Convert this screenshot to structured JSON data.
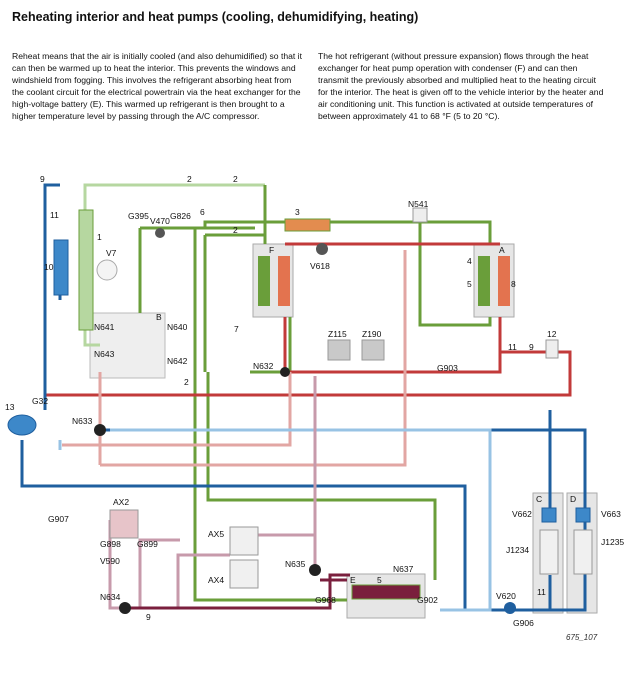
{
  "title": "Reheating interior and heat pumps (cooling, dehumidifying, heating)",
  "para_left": "Reheat means that the air is initially cooled (and also dehumidified) so that it can then be warmed up to heat the interior. This prevents the windows and windshield from fogging. This involves the refrigerant absorbing heat from the coolant circuit for the electrical powertrain via the heat exchanger for the high-voltage battery (E). This warmed up refrigerant is then brought to a higher temperature level by passing through the A/C compressor.",
  "para_right": "The hot refrigerant (without pressure expansion) flows through the heat exchanger for heat pump operation with condenser (F) and can then transmit the previously absorbed and multiplied heat to the heating circuit for the interior. The heat is given off to the vehicle interior by the heater and air conditioning unit. This function is activated at outside temperatures of between approximately 41 to 68 °F (5 to 20 °C).",
  "figure_id": "675_107",
  "colors": {
    "green": "#6a9e3a",
    "light_green": "#b6d7a0",
    "red": "#c23a3a",
    "pink": "#e2a6a3",
    "blue": "#1f5f9f",
    "light_blue": "#98c3e4",
    "dark_red": "#7a1f3d",
    "mauve": "#c79aab"
  },
  "labels": {
    "n9a": "9",
    "n11a": "11",
    "n1": "1",
    "n10": "10",
    "v7": "V7",
    "n13": "13",
    "g32": "G32",
    "n633": "N633",
    "g907": "G907",
    "g395": "G395",
    "v470": "V470",
    "g826": "G826",
    "n6": "6",
    "n2a": "2",
    "n2b": "2",
    "n2c": "2",
    "n2d": "2",
    "n641": "N641",
    "n640": "N640",
    "n643": "N643",
    "n642": "N642",
    "b": "B",
    "n7": "7",
    "n3": "3",
    "n541": "N541",
    "f": "F",
    "v618": "V618",
    "a": "A",
    "n4": "4",
    "n5a": "5",
    "n8": "8",
    "z115": "Z115",
    "z190": "Z190",
    "n632": "N632",
    "g903": "G903",
    "n12": "12",
    "n11b": "11",
    "n9b": "9",
    "ax2": "AX2",
    "g898": "G898",
    "g899": "G899",
    "v590": "V590",
    "n634": "N634",
    "n9c": "9",
    "ax5": "AX5",
    "ax4": "AX4",
    "n635": "N635",
    "n637": "N637",
    "e": "E",
    "n5b": "5",
    "g968": "G968",
    "g902": "G902",
    "c": "C",
    "d": "D",
    "v662": "V662",
    "v663": "V663",
    "j1234": "J1234",
    "j1235": "J1235",
    "n11c": "11",
    "v620": "V620",
    "g906": "G906"
  }
}
